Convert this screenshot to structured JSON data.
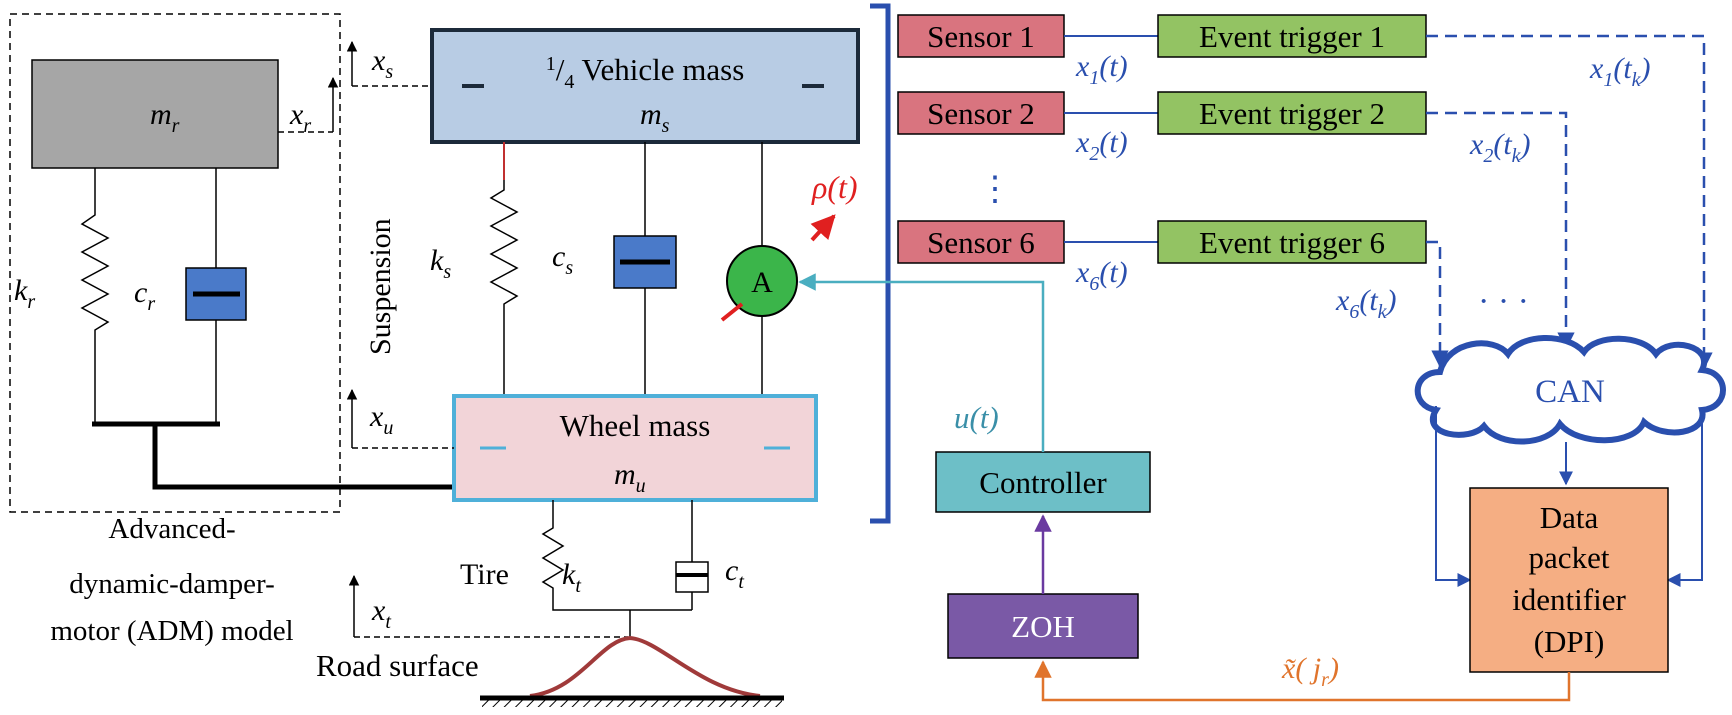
{
  "adm_model": {
    "rotor_mass": "m",
    "rotor_mass_sub": "r",
    "rotor_disp": "x",
    "rotor_disp_sub": "r",
    "spring": "k",
    "spring_sub": "r",
    "damper": "c",
    "damper_sub": "r",
    "caption_line1": "Advanced-",
    "caption_line2": "dynamic-damper-",
    "caption_line3": "motor (ADM) model"
  },
  "suspension": {
    "label": "Suspension",
    "vehicle_mass_frac_num": "1",
    "vehicle_mass_frac_den": "4",
    "vehicle_mass_label": " Vehicle mass",
    "vehicle_mass_sym": "m",
    "vehicle_mass_sym_sub": "s",
    "vehicle_disp": "x",
    "vehicle_disp_sub": "s",
    "spring": "k",
    "spring_sub": "s",
    "damper": "c",
    "damper_sub": "s",
    "actuator": "A",
    "fault": "ρ(t)",
    "wheel_mass_label": "Wheel mass",
    "wheel_mass_sym": "m",
    "wheel_mass_sym_sub": "u",
    "wheel_disp": "x",
    "wheel_disp_sub": "u",
    "tire_label": "Tire",
    "tire_spring": "k",
    "tire_spring_sub": "t",
    "tire_damper": "c",
    "tire_damper_sub": "t",
    "road_disp": "x",
    "road_disp_sub": "t",
    "road_label": "Road surface"
  },
  "network": {
    "sensors": [
      {
        "label": "Sensor 1",
        "signal": "x",
        "signal_sub": "1",
        "trigger": "Event trigger 1",
        "sampled_sub": "1"
      },
      {
        "label": "Sensor 2",
        "signal": "x",
        "signal_sub": "2",
        "trigger": "Event trigger 2",
        "sampled_sub": "2"
      },
      {
        "label": "Sensor 6",
        "signal": "x",
        "signal_sub": "6",
        "trigger": "Event trigger 6",
        "sampled_sub": "6"
      }
    ],
    "vertical_ellipsis": "⋮",
    "horizontal_ellipsis": "· · ·",
    "can_label": "CAN",
    "dpi_line1": "Data",
    "dpi_line2": "packet",
    "dpi_line3": "identifier",
    "dpi_line4": "(DPI)",
    "controller_label": "Controller",
    "control_signal": "u(t)",
    "zoh_label": "ZOH",
    "feedback_signal": "x̃( j",
    "feedback_signal_sub": "r",
    "feedback_signal_close": ")"
  },
  "colors": {
    "rotor_fill": "#a6a6a6",
    "vehicle_fill": "#b8cce4",
    "wheel_fill": "#f2d4d8",
    "wheel_border": "#4fb0d9",
    "damper_fill": "#4a7ac9",
    "sensor_fill": "#d9747f",
    "trigger_fill": "#93c363",
    "controller_fill": "#6dbfc7",
    "zoh_fill": "#7a59a6",
    "dpi_fill": "#f5ae83",
    "net_blue": "#2a4fae",
    "teal": "#4aaec0",
    "orange": "#e0742c",
    "purple": "#6a3aa0",
    "fault_red": "#e02020",
    "road_red": "#a03a3a"
  }
}
